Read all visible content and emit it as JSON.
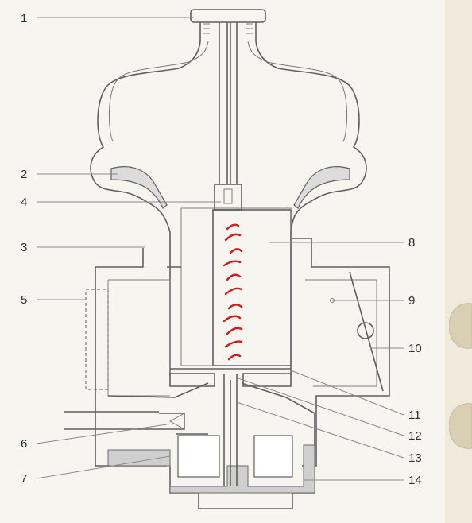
{
  "callouts": [
    {
      "id": "1",
      "label": "1"
    },
    {
      "id": "2",
      "label": "2"
    },
    {
      "id": "3",
      "label": "3"
    },
    {
      "id": "4",
      "label": "4"
    },
    {
      "id": "5",
      "label": "5"
    },
    {
      "id": "6",
      "label": "6"
    },
    {
      "id": "7",
      "label": "7"
    },
    {
      "id": "8",
      "label": "8"
    },
    {
      "id": "9",
      "label": "9"
    },
    {
      "id": "10",
      "label": "10"
    },
    {
      "id": "11",
      "label": "11"
    },
    {
      "id": "12",
      "label": "12"
    },
    {
      "id": "13",
      "label": "13"
    },
    {
      "id": "14",
      "label": "14"
    }
  ],
  "colors": {
    "line": "#5f5f5f",
    "fuel": "#cfcfcf",
    "highlight": "#d51919",
    "tab": "#d8cfb4"
  }
}
